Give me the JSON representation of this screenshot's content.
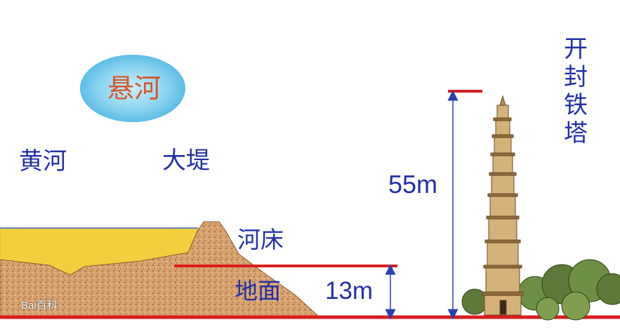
{
  "title_oval": "悬河",
  "labels": {
    "river": "黄河",
    "levee": "大堤",
    "riverbed": "河床",
    "ground": "地面",
    "tower": "开封铁塔"
  },
  "measurements": {
    "tower_height": "55m",
    "riverbed_height": "13m"
  },
  "watermark": "Bai百科",
  "colors": {
    "label_blue": "#2330a8",
    "oval_text": "#d9552b",
    "oval_fill": "#7fd0ef",
    "marker_red": "#d81e1e",
    "arrow_blue": "#2a3fb0",
    "water_yellow": "#f3cf3e",
    "soil": "#c48a52",
    "pagoda": "#c9a66b"
  },
  "icons": [
    "pagoda-icon",
    "tree-cluster-icon",
    "levee-soil-icon",
    "water-icon"
  ]
}
